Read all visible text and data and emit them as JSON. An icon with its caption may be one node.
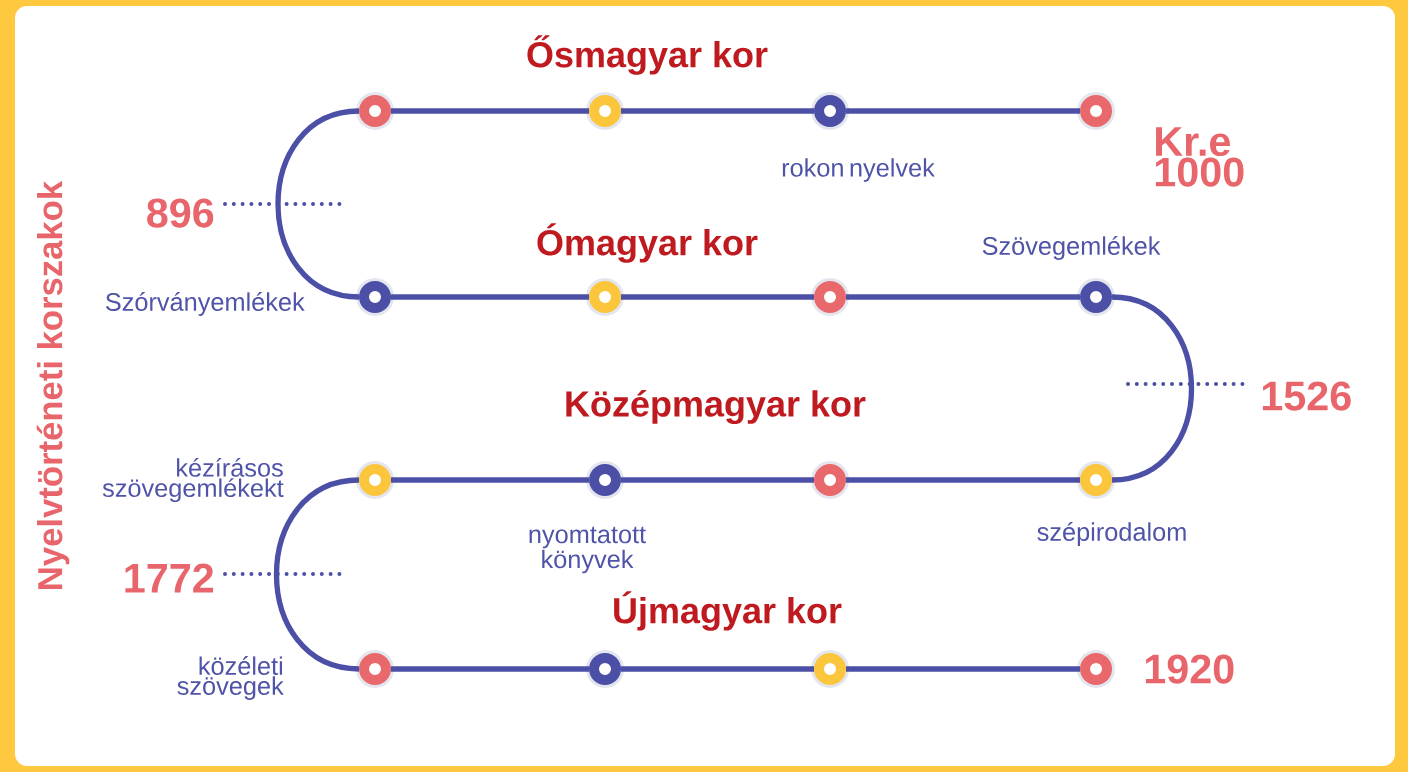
{
  "diagram": {
    "title": "Nyelvtörténeti korszakok",
    "nodes": [
      {
        "text": [],
        "shape": "circle"
      },
      {
        "text": [],
        "shape": "circle"
      },
      {
        "text": [],
        "shape": "circle",
        "beside": [
          "rokon nyelvek"
        ]
      },
      {
        "text": [],
        "shape": "circle",
        "beside": [
          "Kr.e 1000"
        ]
      },
      {
        "text": [],
        "shape": "circle",
        "beside": [
          "Szórványemlékek"
        ]
      },
      {
        "text": [],
        "shape": "circle"
      },
      {
        "text": [],
        "shape": "circle"
      },
      {
        "text": [],
        "shape": "circle",
        "beside": [
          "Szövegemlékek"
        ]
      },
      {
        "text": [],
        "shape": "circle",
        "beside": [
          "kézírásos szövegemlékekt"
        ]
      },
      {
        "text": [],
        "shape": "circle",
        "beside": [
          "nyomtatott könyvek"
        ]
      },
      {
        "text": [],
        "shape": "circle"
      },
      {
        "text": [],
        "shape": "circle",
        "beside": [
          "szépirodalom"
        ]
      },
      {
        "text": [],
        "shape": "circle",
        "beside": [
          "közéleti szövegek"
        ]
      },
      {
        "text": [],
        "shape": "circle"
      },
      {
        "text": [],
        "shape": "circle"
      },
      {
        "text": [],
        "shape": "circle",
        "beside": [
          "1920"
        ]
      }
    ],
    "edges": [
      {
        "from": 3,
        "to": 2,
        "arrow": "none"
      },
      {
        "from": 2,
        "to": 1,
        "arrow": "none"
      },
      {
        "from": 1,
        "to": 0,
        "arrow": "none"
      },
      {
        "from": 0,
        "to": 4,
        "arrow": "none"
      },
      {
        "from": 4,
        "to": 5,
        "arrow": "none"
      },
      {
        "from": 5,
        "to": 6,
        "arrow": "none"
      },
      {
        "from": 6,
        "to": 7,
        "arrow": "none"
      },
      {
        "from": 7,
        "to": 11,
        "arrow": "none"
      },
      {
        "from": 11,
        "to": 10,
        "arrow": "none"
      },
      {
        "from": 10,
        "to": 9,
        "arrow": "none"
      },
      {
        "from": 9,
        "to": 8,
        "arrow": "none"
      },
      {
        "from": 8,
        "to": 12,
        "arrow": "none"
      },
      {
        "from": 12,
        "to": 13,
        "arrow": "none"
      },
      {
        "from": 13,
        "to": 14,
        "arrow": "none"
      },
      {
        "from": 14,
        "to": 15,
        "arrow": "none"
      }
    ],
    "labels": [
      "Ősmagyar kor",
      "896",
      "Ómagyar kor",
      "1526",
      "Középmagyar kor",
      "1772",
      "Újmagyar kor"
    ]
  }
}
